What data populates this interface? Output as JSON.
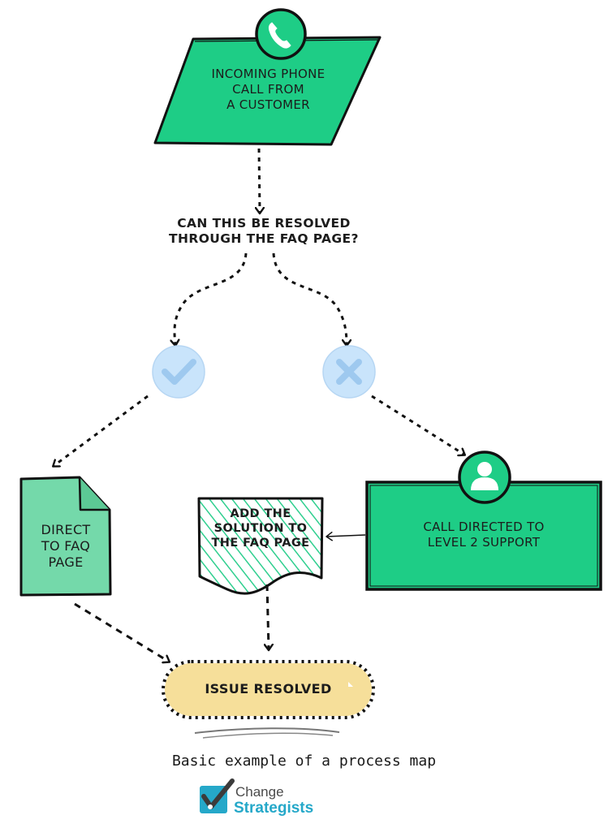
{
  "nodes": {
    "incoming_call": "INCOMING PHONE\nCALL FROM\nA CUSTOMER",
    "question": "CAN THIS BE RESOLVED\nTHROUGH THE FAQ PAGE?",
    "direct_faq": "DIRECT\nTO FAQ\nPAGE",
    "add_solution": "ADD THE\nSOLUTION TO\nTHE FAQ PAGE",
    "level2": "CALL DIRECTED TO\nLEVEL 2 SUPPORT",
    "resolved": "ISSUE RESOLVED"
  },
  "icons": {
    "top": "phone-icon",
    "yes": "check-icon",
    "no": "x-icon",
    "level2": "person-icon"
  },
  "caption": "Basic example of a process map",
  "brand": {
    "line1": "Change",
    "line2": "Strategists"
  },
  "colors": {
    "node_green": "#1ecd86",
    "node_light_green": "#74d9aa",
    "pill_yellow": "#f6df9a",
    "decision_blue": "#c9e4fb",
    "brand_teal": "#25a8c9"
  }
}
